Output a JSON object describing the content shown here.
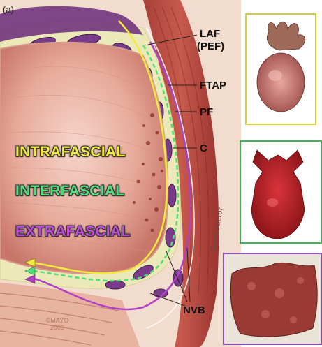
{
  "panel_label": "(a)",
  "callouts": {
    "laf": "LAF",
    "pef": "(PEF)",
    "ftap": "FTAP",
    "pf": "PF",
    "c": "C",
    "nvb": "NVB"
  },
  "zones": {
    "intrafascial": "INTRAFASCIAL",
    "interfascial": "INTERFASCIAL",
    "extrafascial": "EXTRAFASCIAL"
  },
  "copyright": {
    "line1": "©MAYO",
    "line2": "2009"
  },
  "signature": "David Factor",
  "colors": {
    "intrafascial": "#f2ea3c",
    "interfascial": "#4fe07a",
    "extrafascial": "#b040c8",
    "frame_intrafascial": "#d8cc3a",
    "frame_interfascial": "#3cb45a",
    "frame_extrafascial": "#8a52b8"
  }
}
